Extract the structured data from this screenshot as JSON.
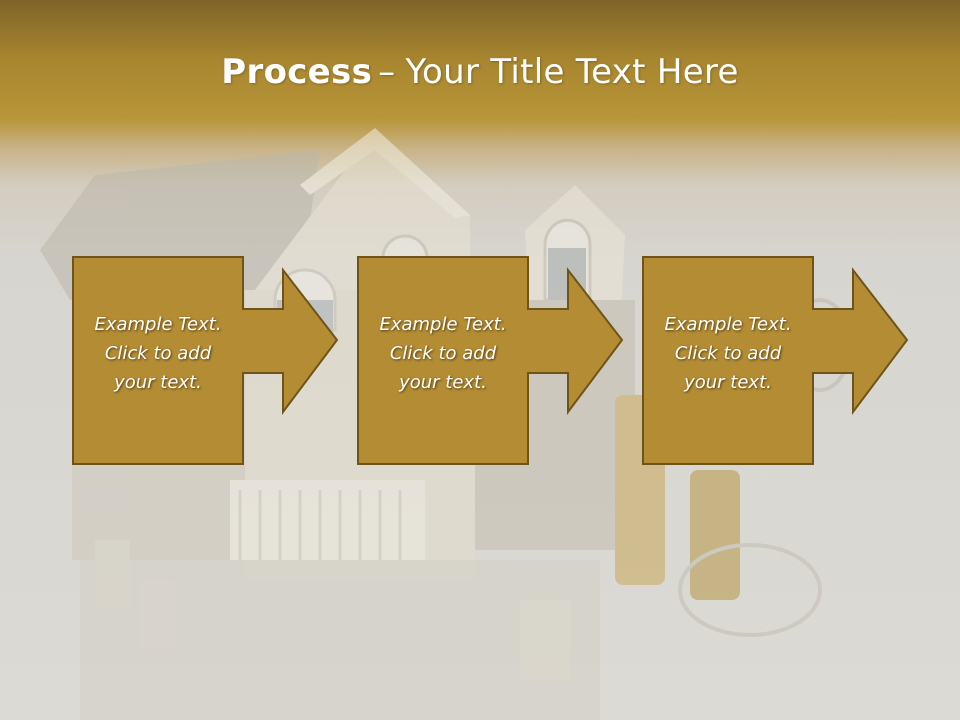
{
  "title": {
    "bold": "Process",
    "separator": "–",
    "rest": "Your Title Text Here"
  },
  "steps": [
    {
      "text": "Example Text.\nClick  to add\nyour text."
    },
    {
      "text": "Example Text.\nClick  to add\nyour text."
    },
    {
      "text": "Example Text.\nClick  to add\nyour text."
    }
  ],
  "colors": {
    "header_gold": "#b89538",
    "box_fill": "#b38c33",
    "box_border": "#6e5418",
    "text": "#ffffff"
  }
}
